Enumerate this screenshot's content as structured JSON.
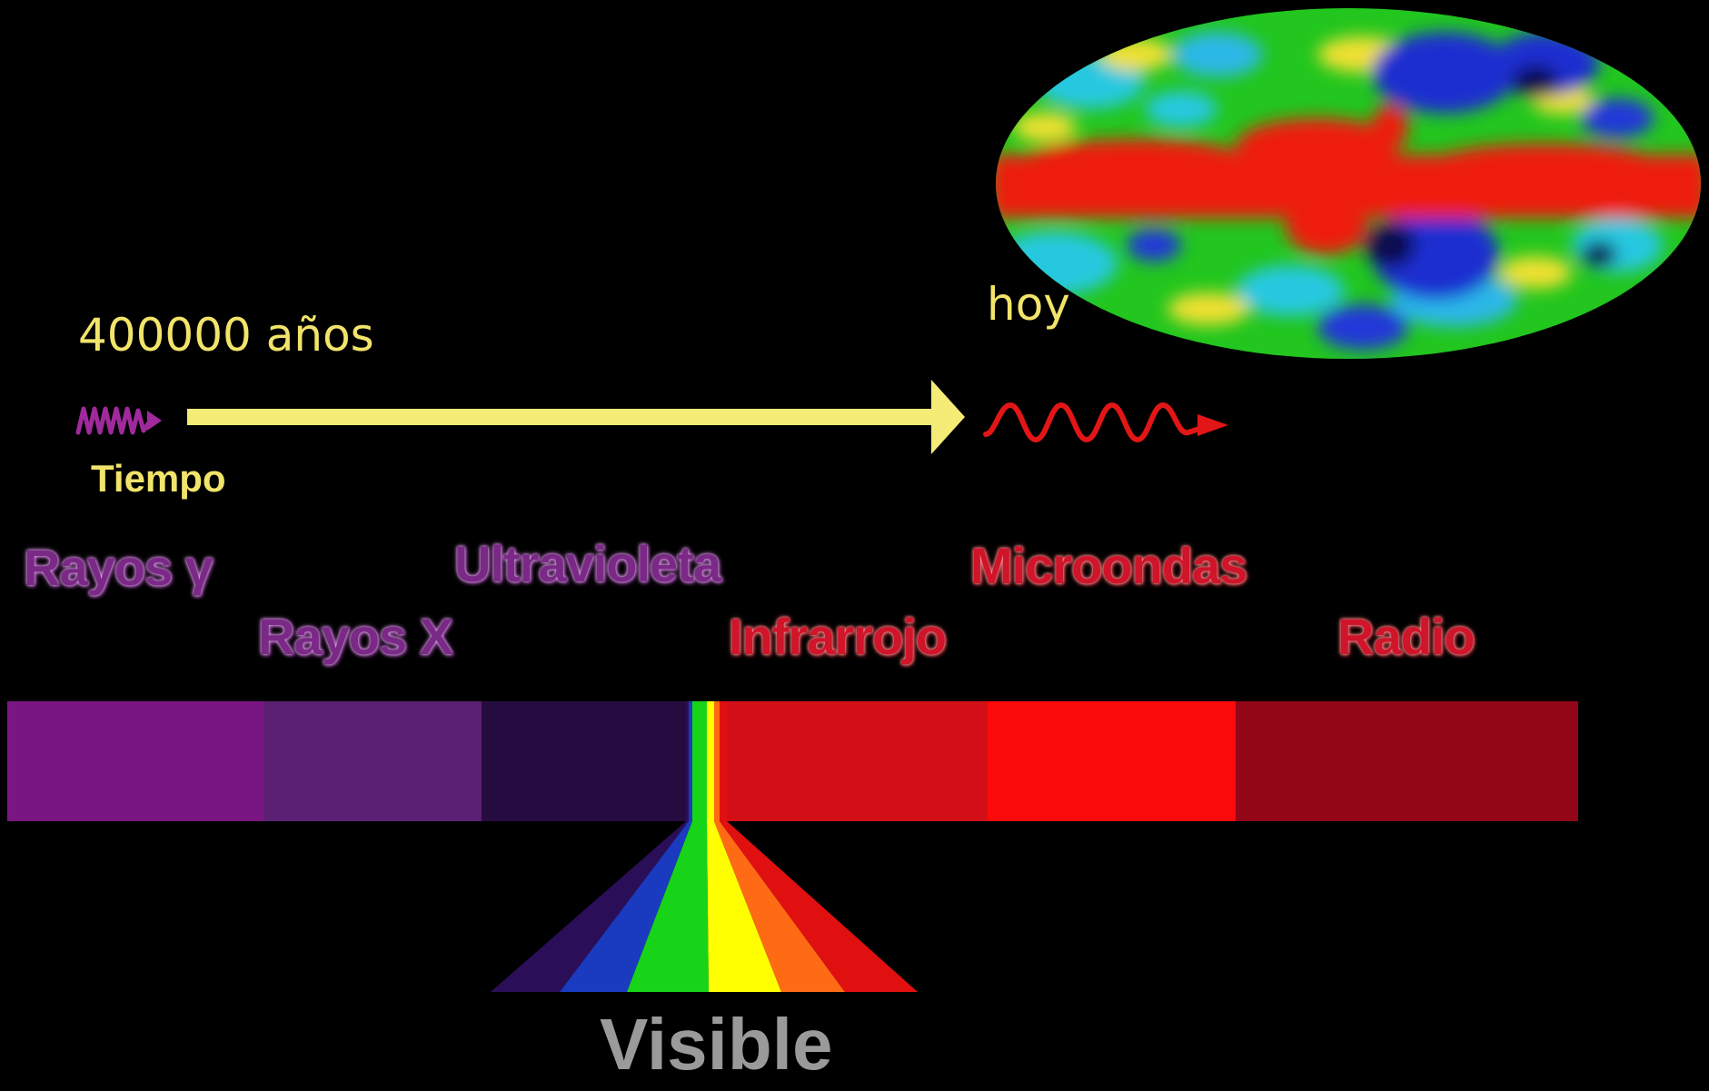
{
  "labels": {
    "start_time": "400000 años",
    "end_time": "hoy",
    "time_axis": "Tiempo",
    "visible": "Visible"
  },
  "bands": [
    {
      "name": "Rayos γ",
      "color": "#7a1683"
    },
    {
      "name": "Rayos X",
      "color": "#5b1f73"
    },
    {
      "name": "Ultravioleta",
      "color": "#260b40"
    },
    {
      "name": "Infrarrojo",
      "color": "#d20f16"
    },
    {
      "name": "Microondas",
      "color": "#fb0a0a"
    },
    {
      "name": "Radio",
      "color": "#930617"
    }
  ],
  "visible_colors": [
    "#2a0f58",
    "#1a3bbf",
    "#18d418",
    "#ffff00",
    "#ff6a14",
    "#e01010"
  ],
  "colors": {
    "arrow": "#f5ec78",
    "label_yellow": "#f2e46a",
    "wave_start": "#a02a9c",
    "wave_end": "#e21616"
  }
}
